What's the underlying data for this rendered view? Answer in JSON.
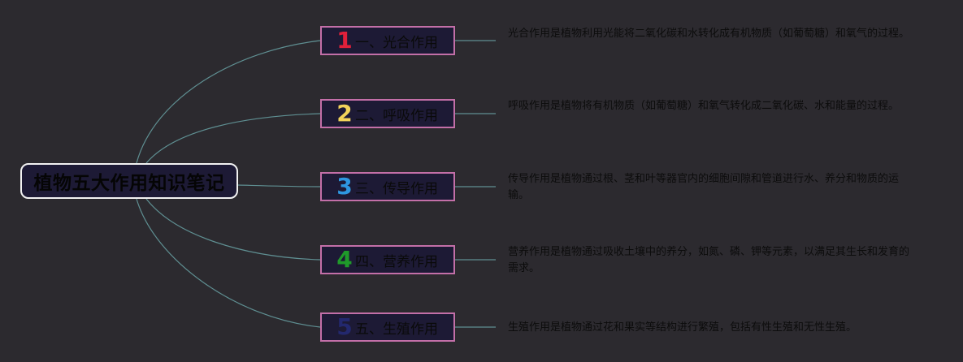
{
  "root": {
    "title": "植物五大作用知识笔记"
  },
  "colors": {
    "background": "#2c2a2f",
    "node_fill": "#1d1a35",
    "branch_border": "#c36fa8",
    "root_border": "#f2f2f2",
    "connector": "#5f8f92"
  },
  "branches": [
    {
      "number": "1",
      "color": "#e0203a",
      "label": "一、光合作用",
      "description": "光合作用是植物利用光能将二氧化碳和水转化成有机物质（如葡萄糖）和氧气的过程。"
    },
    {
      "number": "2",
      "color": "#f2d35a",
      "label": "二、呼吸作用",
      "description": "呼吸作用是植物将有机物质（如葡萄糖）和氧气转化成二氧化碳、水和能量的过程。"
    },
    {
      "number": "3",
      "color": "#2e97e0",
      "label": "三、传导作用",
      "description": "传导作用是植物通过根、茎和叶等器官内的细胞间隙和管道进行水、养分和物质的运输。"
    },
    {
      "number": "4",
      "color": "#1f9a2a",
      "label": "四、营养作用",
      "description": "营养作用是植物通过吸收土壤中的养分，如氮、磷、钾等元素，以满足其生长和发育的需求。"
    },
    {
      "number": "5",
      "color": "#23286e",
      "label": "五、生殖作用",
      "description": "生殖作用是植物通过花和果实等结构进行繁殖，包括有性生殖和无性生殖。"
    }
  ]
}
